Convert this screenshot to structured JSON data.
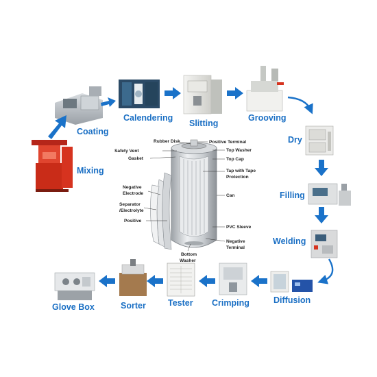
{
  "colors": {
    "accent": "#1a6fc4",
    "arrow": "#1a72c9",
    "machine_red": "#d6331f",
    "machine_grey": "#9aa0a6",
    "machine_dark": "#2f4a5e",
    "can_silver": "#c8ccd0"
  },
  "process_steps": [
    {
      "id": "mixing",
      "label": "Mixing"
    },
    {
      "id": "coating",
      "label": "Coating"
    },
    {
      "id": "calendering",
      "label": "Calendering"
    },
    {
      "id": "slitting",
      "label": "Slitting"
    },
    {
      "id": "grooving",
      "label": "Grooving"
    },
    {
      "id": "dry",
      "label": "Dry"
    },
    {
      "id": "filling",
      "label": "Filling"
    },
    {
      "id": "welding",
      "label": "Welding"
    },
    {
      "id": "diffusion",
      "label": "Diffusion"
    },
    {
      "id": "crimping",
      "label": "Crimping"
    },
    {
      "id": "tester",
      "label": "Tester"
    },
    {
      "id": "sorter",
      "label": "Sorter"
    },
    {
      "id": "glove_box",
      "label": "Glove Box"
    }
  ],
  "cell_parts": {
    "rubber_disk": "Rubber Disk",
    "positive_terminal": "Positive Terminal",
    "safety_vent": "Safety Vent",
    "top_washer": "Top Washer",
    "gasket": "Gasket",
    "top_cap": "Top Cap",
    "tap_line1": "Tap with Tape",
    "tap_line2": "Protection",
    "neg_electrode_line1": "Negative",
    "neg_electrode_line2": "Electrode",
    "can": "Can",
    "separator_line1": "Separator",
    "separator_line2": "/Electrolyte",
    "positive": "Positive",
    "pvc_sleeve": "PVC Sleeve",
    "neg_terminal_line1": "Negative",
    "neg_terminal_line2": "Terminal",
    "bottom_washer_line1": "Bottom",
    "bottom_washer_line2": "Washer"
  }
}
